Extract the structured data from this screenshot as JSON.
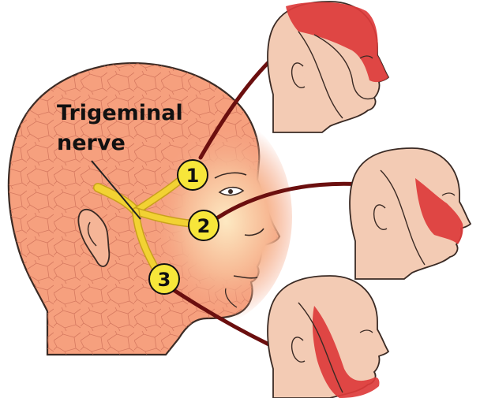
{
  "title": {
    "line1": "Trigeminal",
    "line2": "nerve"
  },
  "branches": [
    {
      "number": "1"
    },
    {
      "number": "2"
    },
    {
      "number": "3"
    }
  ],
  "colors": {
    "skin_main": "#f6a07e",
    "skin_light": "#f5c7ae",
    "nerve": "#f2d233",
    "badge": "#f7e63a",
    "arrow": "#6b0f0f",
    "zone": "#dd3b3b",
    "outline": "#3a2a24"
  }
}
